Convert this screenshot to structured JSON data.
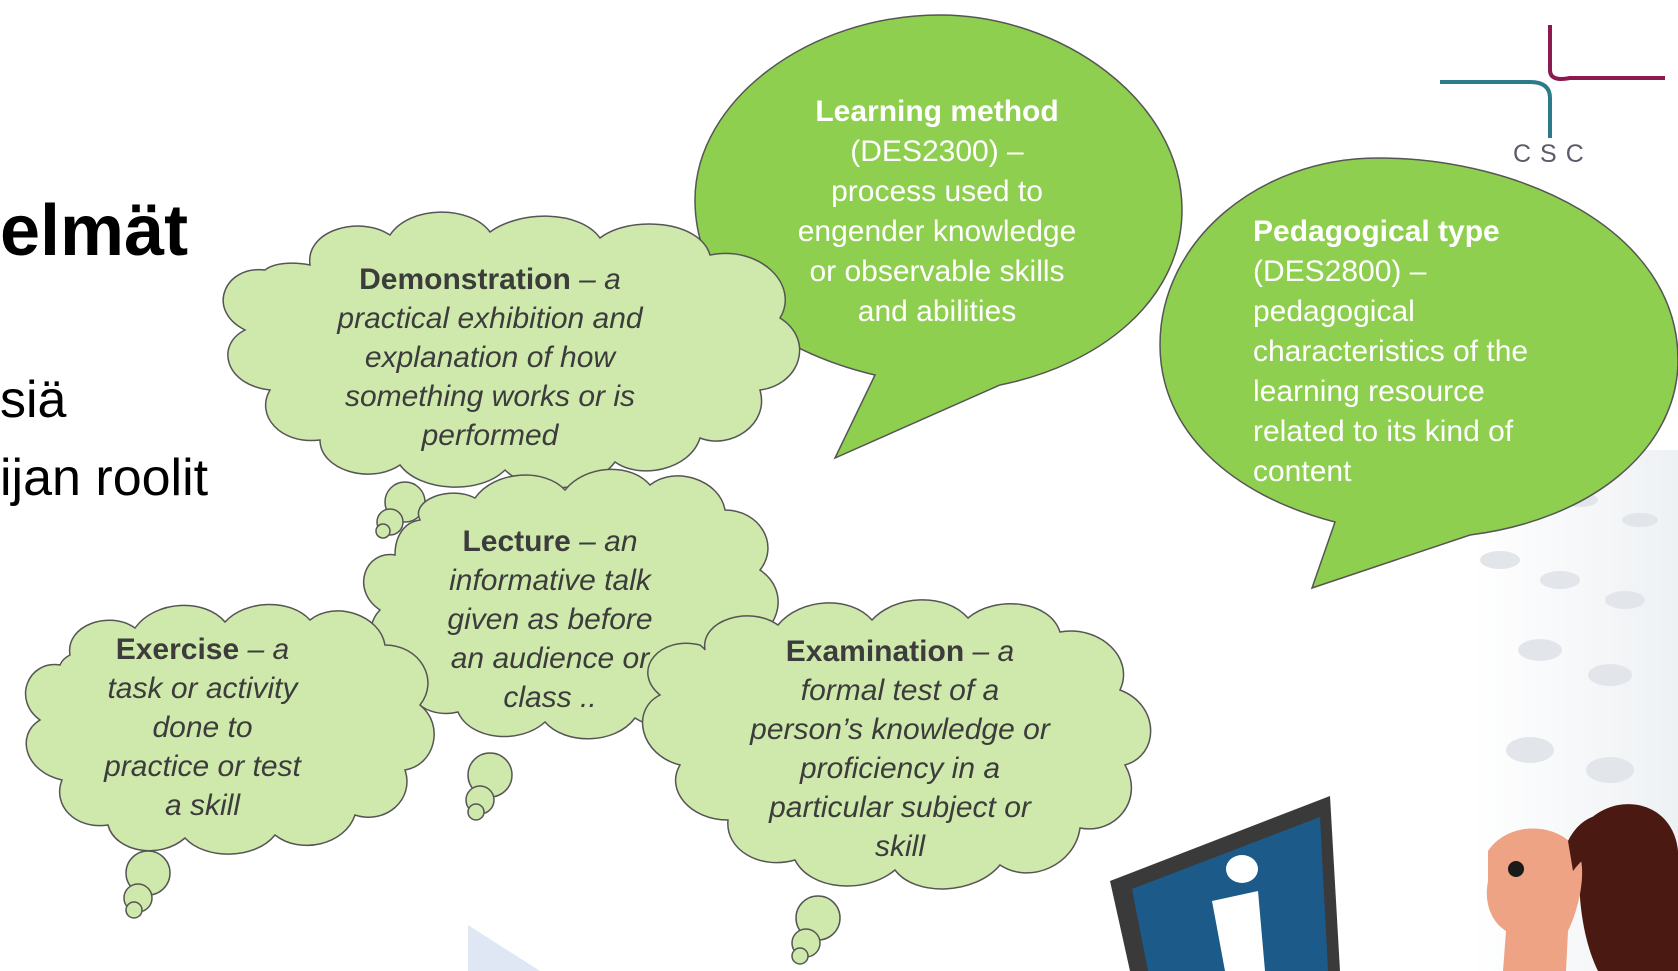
{
  "slide": {
    "title_fragment": "elmät",
    "bullet_1_fragment": "siä",
    "bullet_2_fragment": "ijan roolit"
  },
  "logo": {
    "text": "CSC"
  },
  "bubbles": {
    "learning_method": {
      "term": "Learning method",
      "code": "(DES2300) –",
      "definition": "process used to engender knowledge or observable skills and abilities",
      "lines": [
        "process used to",
        "engender knowledge",
        "or observable skills",
        "and abilities"
      ]
    },
    "pedagogical_type": {
      "term": "Pedagogical type",
      "code": "(DES2800) –",
      "lines": [
        "pedagogical",
        "characteristics of the",
        "learning resource",
        "related to its kind of",
        "content"
      ]
    }
  },
  "clouds": {
    "demonstration": {
      "term": "Demonstration",
      "lead": "– a",
      "lines": [
        "practical exhibition and",
        "explanation of how",
        "something works or is",
        "performed"
      ]
    },
    "lecture": {
      "term": "Lecture",
      "lead": "– an",
      "lines": [
        "informative talk",
        "given as before",
        "an audience or",
        "class .."
      ]
    },
    "exercise": {
      "term": "Exercise",
      "lead": "– a",
      "lines": [
        "task or activity",
        "done to",
        "practice or test",
        "a skill"
      ]
    },
    "examination": {
      "term": "Examination",
      "lead": "– a",
      "lines": [
        "formal test of a",
        "person’s knowledge or",
        "proficiency in a",
        "particular subject or",
        "skill"
      ]
    }
  },
  "colors": {
    "bubble_green": "#8fcf4f",
    "cloud_green": "#cfe9ac",
    "outline": "#555555",
    "logo_teal": "#2c7b8a",
    "logo_maroon": "#8b1a4f",
    "monitor_blue": "#1c5a8a"
  },
  "icons": [
    "info-icon",
    "person-illustration",
    "csc-logo"
  ]
}
